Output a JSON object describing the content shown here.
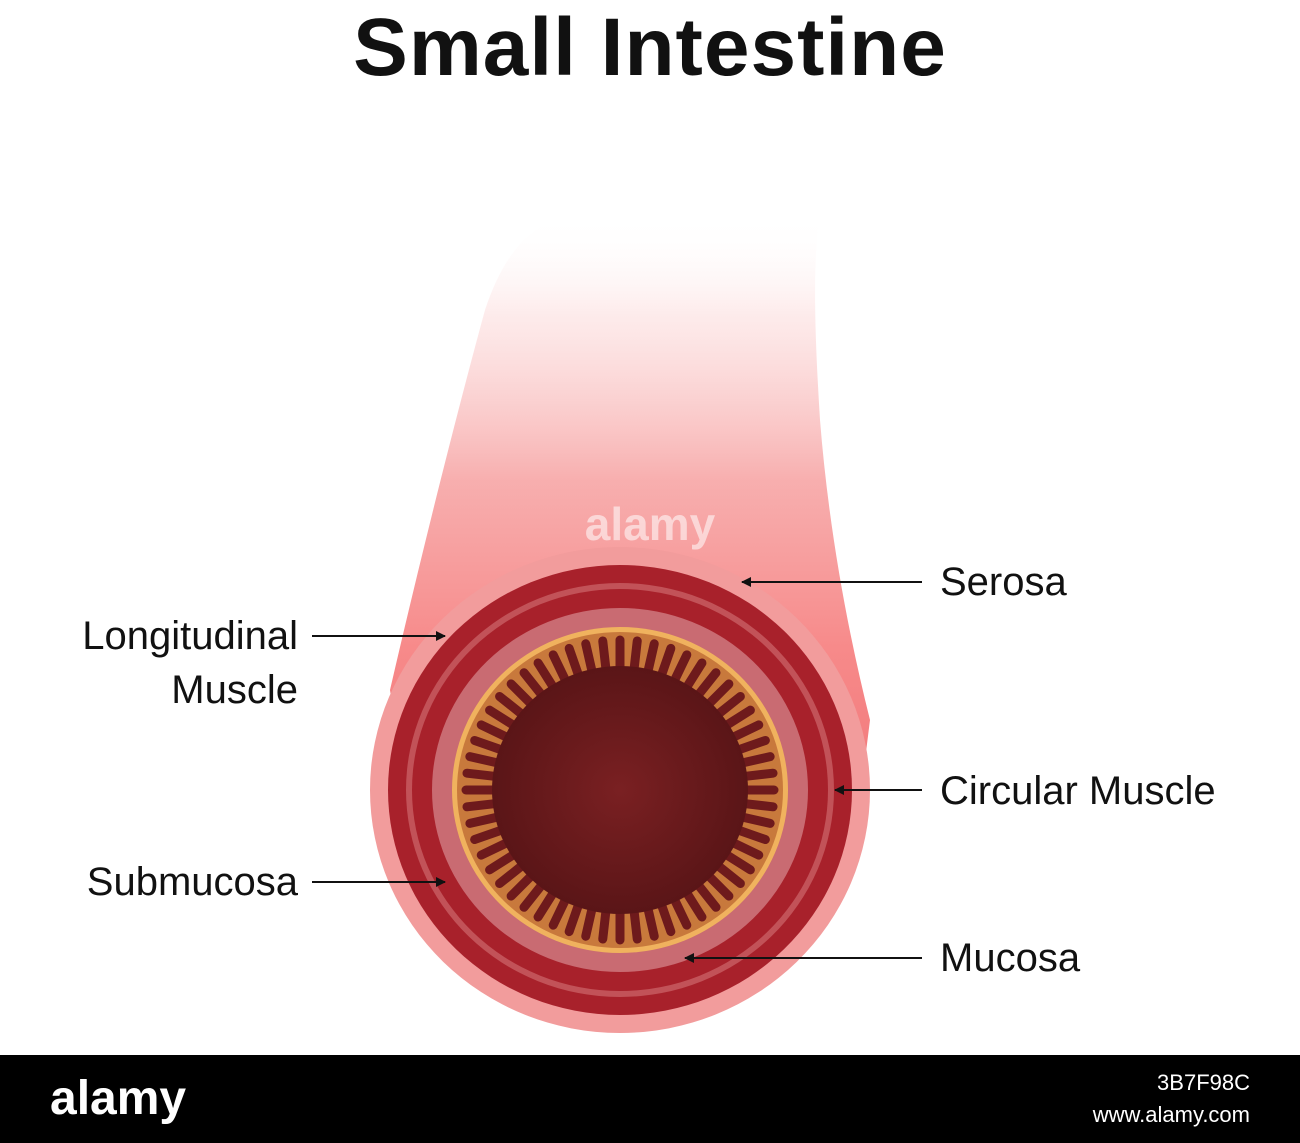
{
  "title": "Small Intestine",
  "labels": {
    "serosa": "Serosa",
    "longitudinal_line1": "Longitudinal",
    "longitudinal_line2": "Muscle",
    "circular_muscle": "Circular Muscle",
    "submucosa": "Submucosa",
    "mucosa": "Mucosa"
  },
  "watermark": "alamy",
  "footer": {
    "logo": "alamy",
    "image_id": "3B7F98C",
    "site": "www.alamy.com"
  },
  "colors": {
    "tube_pink": "#f07a7a",
    "serosa": "#f29c9c",
    "longitudinal_muscle": "#a8212b",
    "submucosa": "#c96b72",
    "circular_muscle": "#a8212b",
    "mucosa": "#c8793c",
    "lumen": "#6e1a1c",
    "footer_bg": "#000000"
  }
}
